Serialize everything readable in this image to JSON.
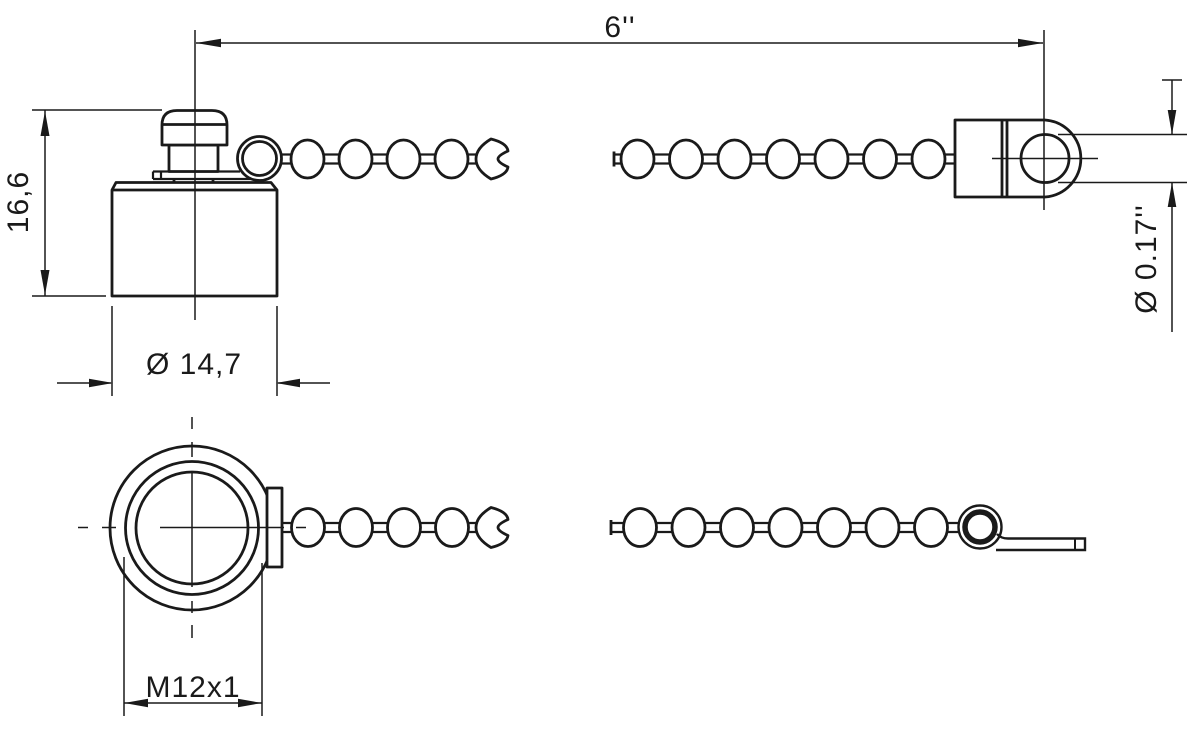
{
  "labels": {
    "chain_length": "6''",
    "ball_diameter": "Ø 0.17''",
    "cap_height": "16,6",
    "cap_diameter": "Ø 14,7",
    "thread": "M12x1"
  },
  "colors": {
    "line": "#1a1a1a",
    "background": "#ffffff"
  }
}
